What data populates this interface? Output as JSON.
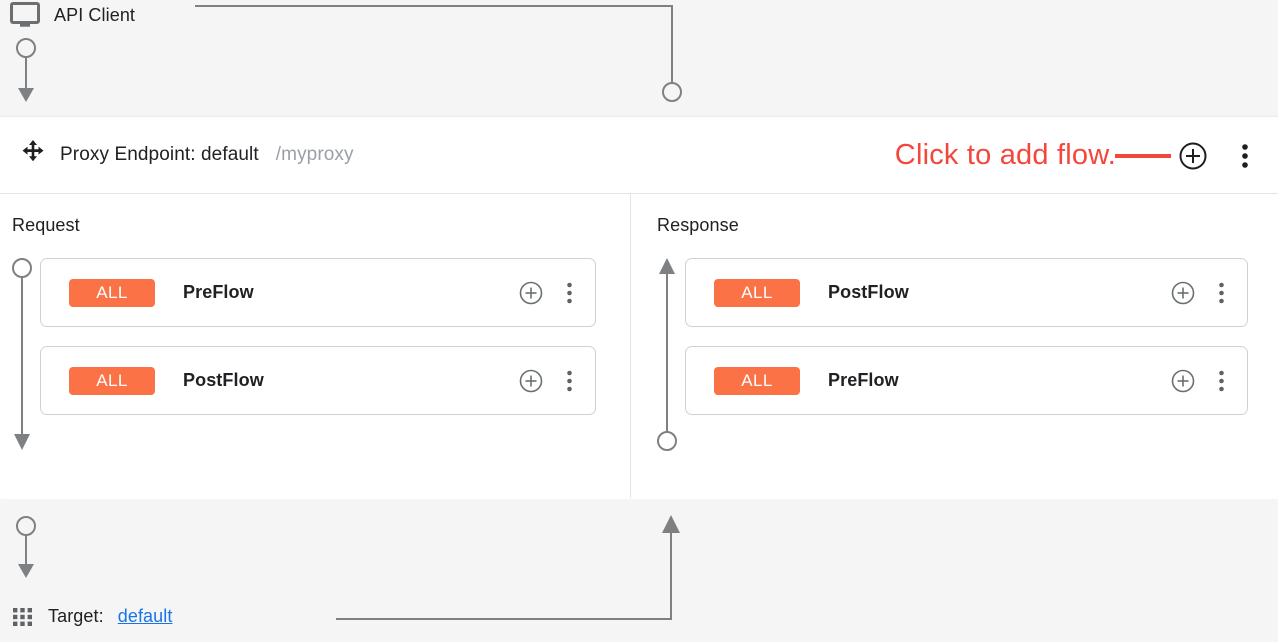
{
  "client": {
    "label": "API Client",
    "icon": "monitor-icon"
  },
  "panel": {
    "icon": "move-icon",
    "title": "Proxy Endpoint: default",
    "path": "/myproxy",
    "add_flow_icon": "plus-circle-icon",
    "menu_icon": "kebab-menu-icon",
    "annotation": {
      "text": "Click to add flow.",
      "color": "#f4473b"
    }
  },
  "request": {
    "title": "Request",
    "flows": [
      {
        "badge": "ALL",
        "name": "PreFlow",
        "add_icon": "plus-circle-icon",
        "menu_icon": "kebab-menu-icon"
      },
      {
        "badge": "ALL",
        "name": "PostFlow",
        "add_icon": "plus-circle-icon",
        "menu_icon": "kebab-menu-icon"
      }
    ]
  },
  "response": {
    "title": "Response",
    "flows": [
      {
        "badge": "ALL",
        "name": "PostFlow",
        "add_icon": "plus-circle-icon",
        "menu_icon": "kebab-menu-icon"
      },
      {
        "badge": "ALL",
        "name": "PreFlow",
        "add_icon": "plus-circle-icon",
        "menu_icon": "kebab-menu-icon"
      }
    ]
  },
  "target": {
    "icon": "apps-grid-icon",
    "label": "Target:",
    "value": "default"
  },
  "colors": {
    "badge": "#fb7247",
    "annotation": "#f4473b",
    "link": "#1a73e8",
    "connector": "#7d8184",
    "page_bg": "#f5f5f5"
  }
}
